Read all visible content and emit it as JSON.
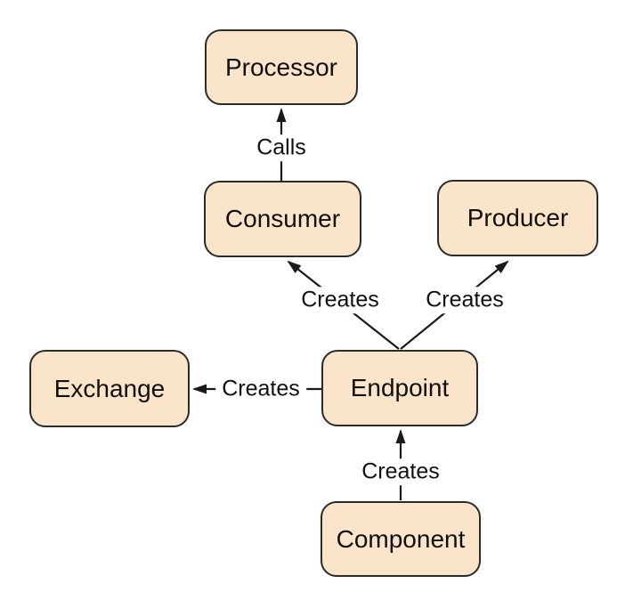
{
  "diagram": {
    "background_color": "#ffffff",
    "node_fill_color": "#fae4ca",
    "node_border_color": "#2b2b28",
    "line_color": "#1a1a1a",
    "text_color": "#10100e",
    "nodes": [
      {
        "id": "processor",
        "label": "Processor"
      },
      {
        "id": "consumer",
        "label": "Consumer"
      },
      {
        "id": "producer",
        "label": "Producer"
      },
      {
        "id": "exchange",
        "label": "Exchange"
      },
      {
        "id": "endpoint",
        "label": "Endpoint"
      },
      {
        "id": "component",
        "label": "Component"
      }
    ],
    "edges": [
      {
        "from": "consumer",
        "to": "processor",
        "label": "Calls"
      },
      {
        "from": "endpoint",
        "to": "consumer",
        "label": "Creates"
      },
      {
        "from": "endpoint",
        "to": "producer",
        "label": "Creates"
      },
      {
        "from": "endpoint",
        "to": "exchange",
        "label": "Creates"
      },
      {
        "from": "component",
        "to": "endpoint",
        "label": "Creates"
      }
    ]
  }
}
